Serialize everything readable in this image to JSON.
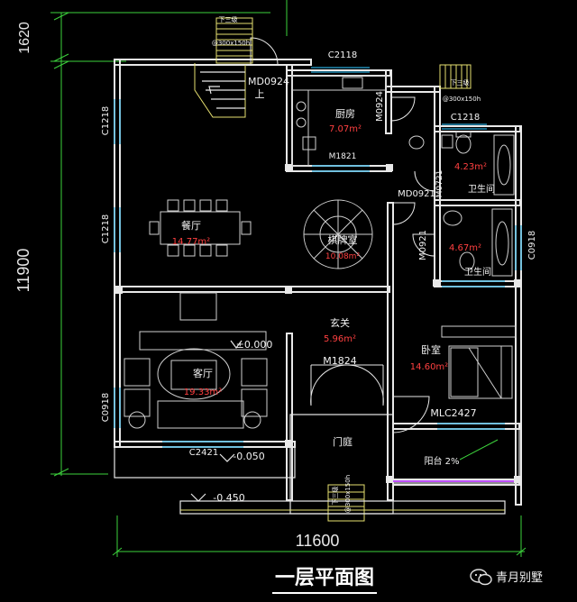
{
  "title": "一层平面图",
  "watermark": "青月别墅",
  "colors": {
    "background": "#000000",
    "wall": "#e8e8e8",
    "dimension": "#3cd23c",
    "area": "#ff4040",
    "window": "#2aa8d8",
    "stair": "#e6e070"
  },
  "dimensions": {
    "top": "1620",
    "left": "11900",
    "bottom": "11600"
  },
  "rooms": {
    "dining": {
      "name": "餐厅",
      "area": "14.77m²"
    },
    "kitchen": {
      "name": "厨房",
      "area": "7.07m²"
    },
    "chess": {
      "name": "棋牌室",
      "area": "10.08m²"
    },
    "bath1": {
      "name": "卫生间",
      "area": "4.23m²"
    },
    "bath2": {
      "name": "卫生间",
      "area": "4.67m²"
    },
    "foyer": {
      "name": "玄关",
      "area": "5.96m²"
    },
    "living": {
      "name": "客厅",
      "area": "19.33m²"
    },
    "bedroom": {
      "name": "卧室",
      "area": "14.60m²"
    },
    "porch": {
      "name": "门庭"
    },
    "balcony": {
      "name": "阳台 2%"
    }
  },
  "labels": {
    "c2118": "C2118",
    "c1218a": "C1218",
    "c1218b": "C1218",
    "c0918_left": "C0918",
    "c0918_right": "C0918",
    "c1218_small": "C1218",
    "c2421": "C2421",
    "md0924": "MD0924",
    "m0924": "M0924",
    "m1821": "M1821",
    "md0921": "MD0921",
    "m0721": "M0721",
    "m0921": "M0921",
    "m1824": "M1824",
    "mlc2427": "MLC2427",
    "shang": "上",
    "xiasan_top": "下三级",
    "xiasan_right": "下三级",
    "xiasan_bottom": "下三级",
    "step_top": "@300x150h",
    "step_right": "@300x150h",
    "step_bottom": "@300x150h",
    "level0": "±0.000",
    "level_neg050": "-0.050",
    "level_neg450": "-0.450"
  }
}
